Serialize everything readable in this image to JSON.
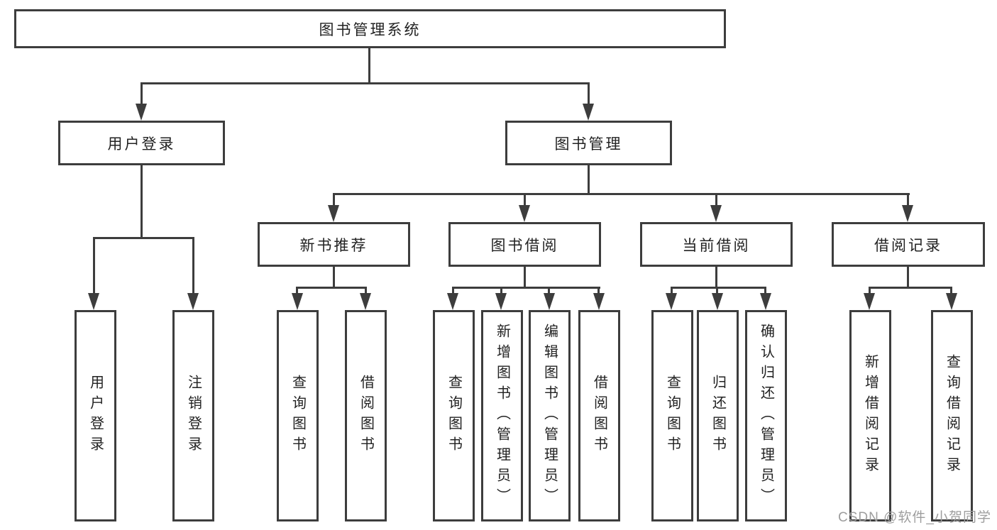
{
  "diagram": {
    "type": "hierarchy-tree",
    "root": {
      "label": "图书管理系统"
    },
    "branches": [
      {
        "label": "用户登录",
        "children": [
          {
            "label": "用户登录"
          },
          {
            "label": "注销登录"
          }
        ]
      },
      {
        "label": "图书管理",
        "children": [
          {
            "label": "新书推荐",
            "children": [
              {
                "label": "查询图书"
              },
              {
                "label": "借阅图书"
              }
            ]
          },
          {
            "label": "图书借阅",
            "children": [
              {
                "label": "查询图书"
              },
              {
                "label": "新增图书（管理员）"
              },
              {
                "label": "编辑图书（管理员）"
              },
              {
                "label": "借阅图书"
              }
            ]
          },
          {
            "label": "当前借阅",
            "children": [
              {
                "label": "查询图书"
              },
              {
                "label": "归还图书"
              },
              {
                "label": "确认归还（管理员）"
              }
            ]
          },
          {
            "label": "借阅记录",
            "children": [
              {
                "label": "新增借阅记录"
              },
              {
                "label": "查询借阅记录"
              }
            ]
          }
        ]
      }
    ]
  },
  "watermark": {
    "text": "CSDN @软件_小贺同学"
  },
  "colors": {
    "line": "#3d3d3d",
    "text": "#222222",
    "watermark": "#9e9e9e",
    "background": "#ffffff"
  }
}
